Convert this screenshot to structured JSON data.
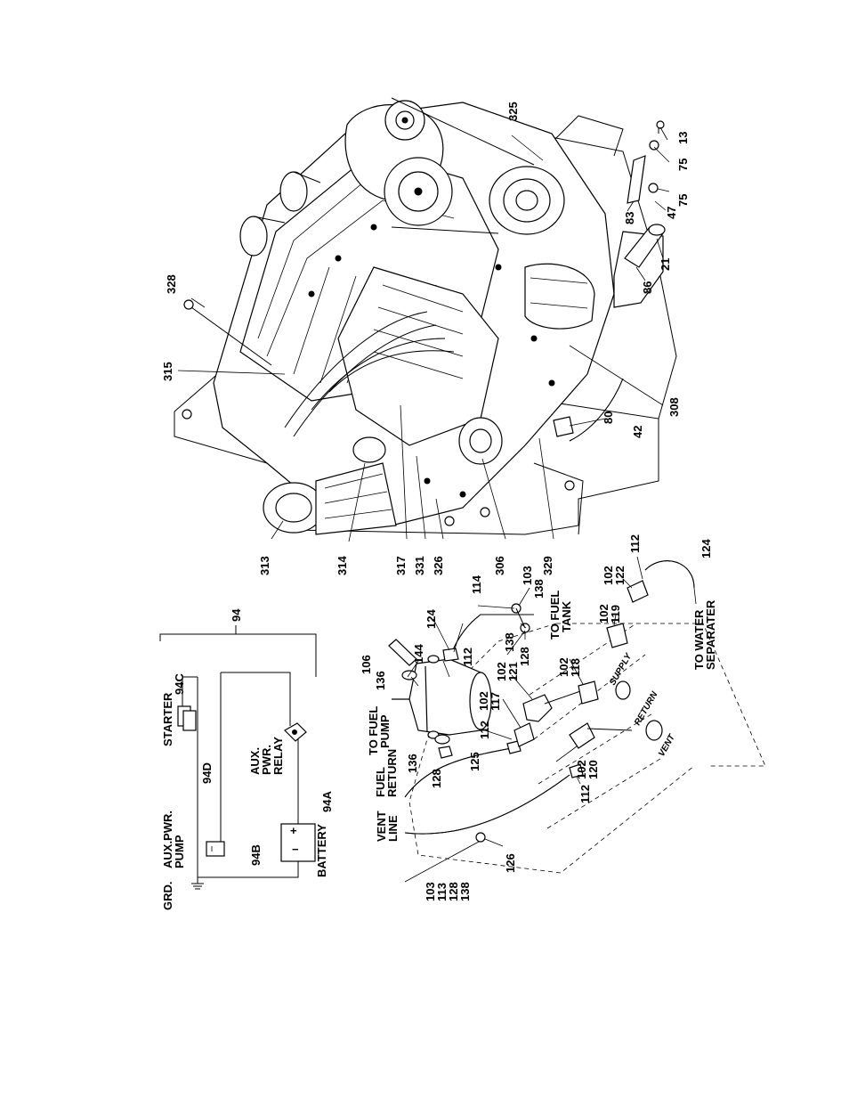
{
  "wiring": {
    "group": "94",
    "starter": "STARTER",
    "starter_ref": "94C",
    "aux_pump": [
      "AUX.PWR.",
      "PUMP"
    ],
    "aux_pump_ref": "94D",
    "relay": [
      "AUX.",
      "PWR.",
      "RELAY"
    ],
    "battery": "BATTERY",
    "battery_ref": "94A",
    "ground_ref": "94B",
    "ground": "GRD.",
    "plus": "+",
    "minus": "−"
  },
  "fuel_labels": {
    "to_fuel_pump": [
      "TO FUEL",
      "PUMP"
    ],
    "to_fuel_tank": [
      "TO FUEL",
      "TANK"
    ],
    "fuel_return": [
      "FUEL",
      "RETURN"
    ],
    "vent_line": [
      "VENT",
      "LINE"
    ],
    "to_water_separator": [
      "TO WATER",
      "SEPARATER"
    ],
    "supply": "SUPPLY",
    "return": "RETURN",
    "vent": "VENT"
  },
  "callouts": {
    "c325": "325",
    "c13": "13",
    "c75a": "75",
    "c75b": "75",
    "c47": "47",
    "c83": "83",
    "c21": "21",
    "c86": "86",
    "c328": "328",
    "c315": "315",
    "c308": "308",
    "c80": "80",
    "c42": "42",
    "c313": "313",
    "c314": "314",
    "c317": "317",
    "c331": "331",
    "c326": "326",
    "c306": "306",
    "c329": "329",
    "c114": "114",
    "c103a": "103",
    "c138a": "138",
    "c124a": "124",
    "c138b": "138",
    "c128a": "128",
    "c112a": "112",
    "c144": "144",
    "c106": "106",
    "c136a": "136",
    "c102_121": [
      "102",
      "121"
    ],
    "c102_117": [
      "102",
      "117"
    ],
    "c112b": "112",
    "c136b": "136",
    "c128b": "128",
    "c125": "125",
    "c102_118": [
      "102",
      "118"
    ],
    "c102_119": [
      "102",
      "119"
    ],
    "c102_122": [
      "102",
      "122"
    ],
    "c112c": "112",
    "c124b": "124",
    "c102_120": [
      "102",
      "120"
    ],
    "c112d": "112",
    "c_vent_stack": [
      "103",
      "113",
      "128",
      "138"
    ],
    "c126": "126"
  }
}
